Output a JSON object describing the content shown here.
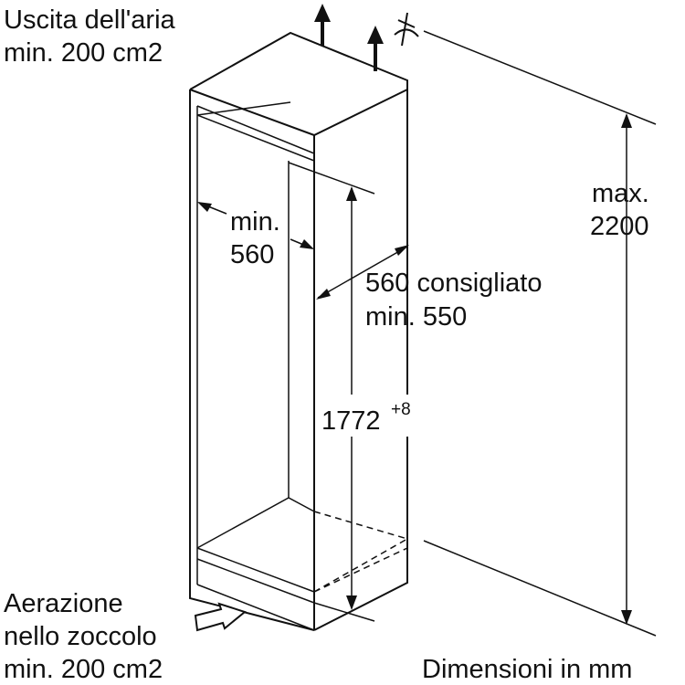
{
  "labels": {
    "air_outlet_line1": "Uscita dell'aria",
    "air_outlet_line2": "min. 200 cm2",
    "max_height_line1": "max.",
    "max_height_line2": "2200",
    "min_depth_line1": "min.",
    "min_depth_line2": "560",
    "width_line1": "560 consigliato",
    "width_line2": "min. 550",
    "niche_height": "1772",
    "niche_height_tolerance": "+8",
    "plinth_line1": "Aerazione",
    "plinth_line2": "nello zoccolo",
    "plinth_line3": "min. 200 cm2",
    "units_note": "Dimensioni in mm"
  },
  "icons": {
    "air_arrow": "arrow-up-icon",
    "vent_arrow": "arrow-right-outline-icon",
    "ceiling_symbol": "ceiling-break-icon"
  },
  "colors": {
    "ink": "#111111",
    "background": "#ffffff"
  }
}
